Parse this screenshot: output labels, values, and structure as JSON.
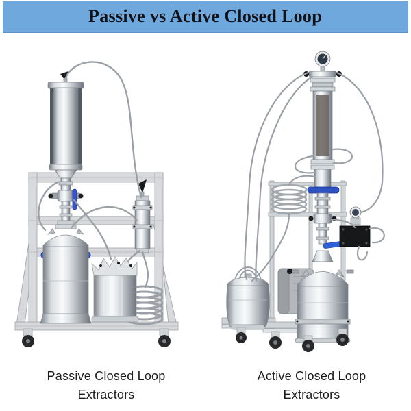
{
  "banner": {
    "title": "Passive vs Active Closed Loop",
    "background": "#6fa8dc",
    "text_color": "#101219"
  },
  "figures": {
    "passive": {
      "caption": [
        "Passive Closed Loop",
        "Extractors"
      ],
      "equipment": [
        "material-column",
        "collection-vessel",
        "recovery-tank",
        "condenser-column",
        "condensing-coil",
        "aluminum-frame-cart"
      ]
    },
    "active": {
      "caption": [
        "Active Closed Loop",
        "Extractors"
      ],
      "equipment": [
        "pressure-gauge",
        "jacketed-column",
        "cooling-coil",
        "solvent-tank",
        "recovery-pump",
        "collection-vessel",
        "control-plate",
        "steel-frame-cart"
      ]
    }
  },
  "colors": {
    "banner_blue": "#6fa8dc",
    "banner_edge": "#5d90c6",
    "title_text": "#101219",
    "caption_text": "#1c1c1c",
    "clamp_blue": "#2e52c4",
    "handle_blue": "#3552cf",
    "steel_light": "#f8fafb",
    "steel_dark": "#6e747b",
    "hose_gray": "#9aa0a6",
    "frame_aluminum": "#d7d9dc",
    "black_parts": "#17181a"
  }
}
